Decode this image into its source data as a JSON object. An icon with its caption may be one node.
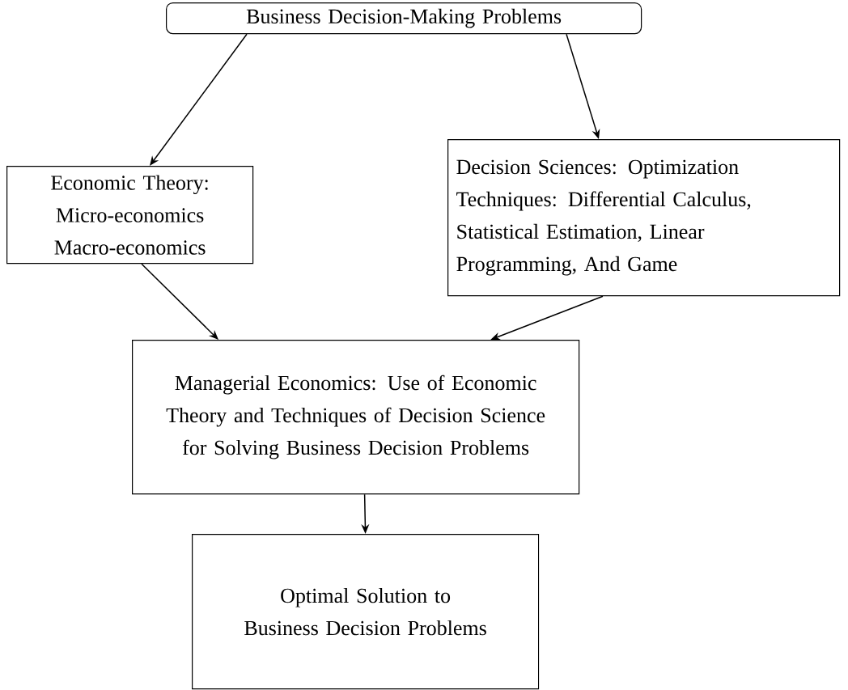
{
  "diagram": {
    "nodes": [
      {
        "text": [
          "Business Decision-Making Problems"
        ]
      },
      {
        "text": [
          "Economic Theory: Micro-economics Macro-economics"
        ]
      },
      {
        "text": [
          "Decision Sciences: Optimization Techniques: Differential Calculus, Statistical Estimation, Linear Programming, And Game"
        ]
      },
      {
        "text": [
          "Managerial Economics: Use of Economic Theory and Techniques of Decision Science for Solving Business Decision Problems"
        ]
      },
      {
        "text": [
          "Optimal Solution to Business Decision Problems"
        ]
      }
    ],
    "edges": [
      {
        "from": 0,
        "to": 1,
        "arrow": "to"
      },
      {
        "from": 0,
        "to": 2,
        "arrow": "to"
      },
      {
        "from": 1,
        "to": 3,
        "arrow": "to"
      },
      {
        "from": 2,
        "to": 3,
        "arrow": "to"
      },
      {
        "from": 3,
        "to": 4,
        "arrow": "to"
      }
    ]
  }
}
